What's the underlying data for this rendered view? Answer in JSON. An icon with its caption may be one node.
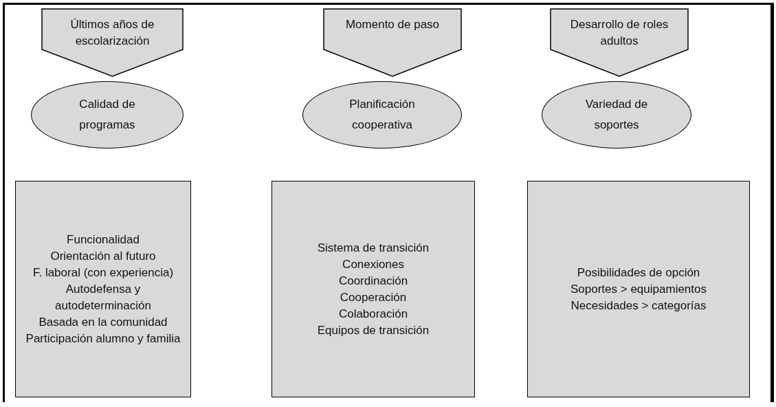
{
  "diagram": {
    "nodes": [
      {
        "text": [
          "Últimos años de escolarización"
        ]
      },
      {
        "text": [
          "Momento de paso"
        ]
      },
      {
        "text": [
          "Desarrollo de roles adultos"
        ]
      },
      {
        "text": [
          "Calidad de programas"
        ]
      },
      {
        "text": [
          "Planificación cooperativa"
        ]
      },
      {
        "text": [
          "Variedad de soportes"
        ]
      },
      {
        "text": [
          "Funcionalidad",
          "Orientación al futuro",
          "F. laboral (con experiencia)",
          "Autodefensa y autodeterminación",
          "Basada en la comunidad",
          "Participación alumno y familia"
        ]
      },
      {
        "text": [
          "Sistema de transición",
          "Conexiones",
          "Coordinación",
          "Cooperación",
          "Colaboración",
          "Equipos de transición"
        ]
      },
      {
        "text": [
          "Posibilidades de opción",
          "Soportes > equipamientos",
          "Necesidades > categorías"
        ]
      }
    ]
  }
}
